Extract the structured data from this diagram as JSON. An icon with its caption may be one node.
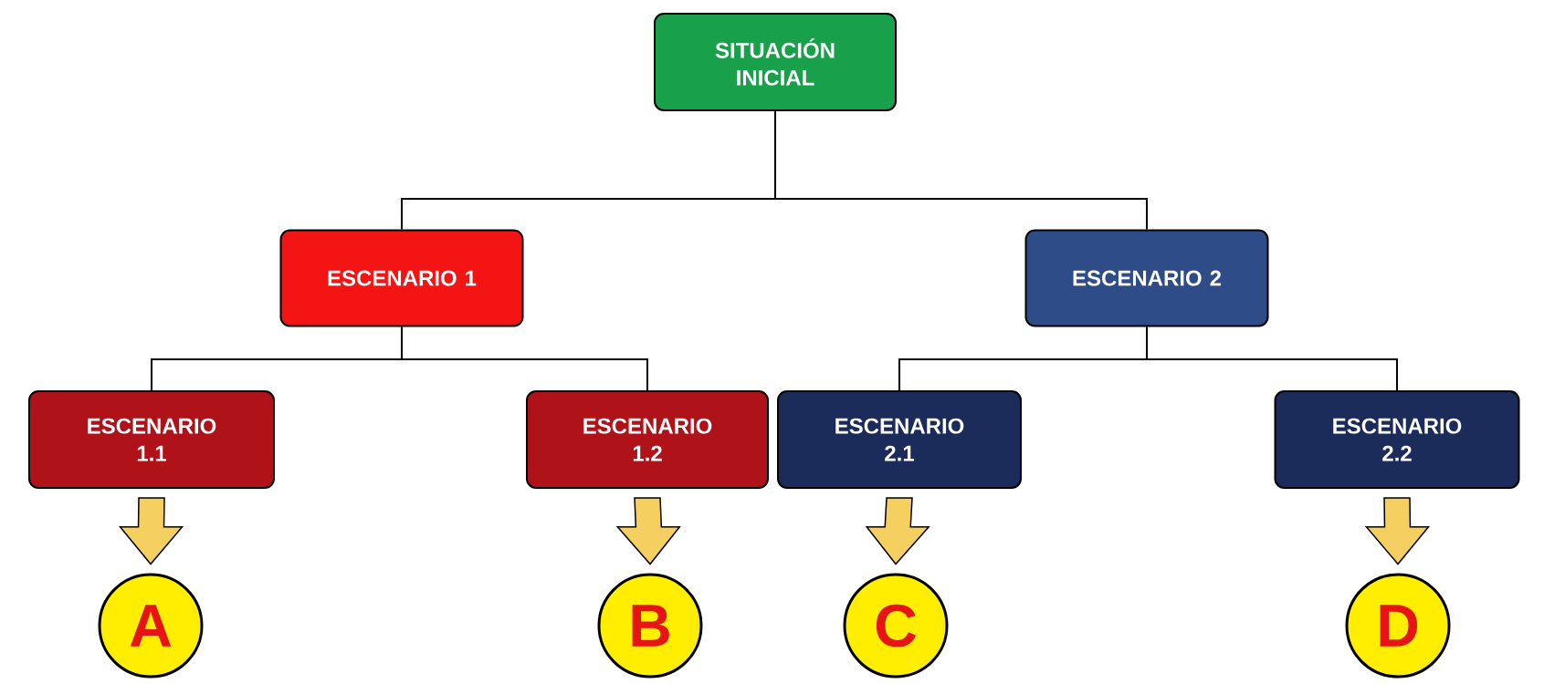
{
  "diagram": {
    "nodes": [
      {
        "text": [
          "SITUACIÓN INICIAL"
        ]
      },
      {
        "text": [
          "ESCENARIO 1"
        ]
      },
      {
        "text": [
          "ESCENARIO 2"
        ]
      },
      {
        "text": [
          "ESCENARIO 1.1"
        ]
      },
      {
        "text": [
          "ESCENARIO 1.2"
        ]
      },
      {
        "text": [
          "ESCENARIO 2.1"
        ]
      },
      {
        "text": [
          "ESCENARIO 2.2"
        ]
      },
      {
        "text": [
          "A"
        ]
      },
      {
        "text": [
          "B"
        ]
      },
      {
        "text": [
          "C"
        ]
      },
      {
        "text": [
          "D"
        ]
      }
    ],
    "edges": [
      {
        "from": 0,
        "to": 1,
        "arrow": "none"
      },
      {
        "from": 0,
        "to": 2,
        "arrow": "none"
      },
      {
        "from": 1,
        "to": 3,
        "arrow": "none"
      },
      {
        "from": 1,
        "to": 4,
        "arrow": "none"
      },
      {
        "from": 2,
        "to": 5,
        "arrow": "none"
      },
      {
        "from": 2,
        "to": 6,
        "arrow": "none"
      },
      {
        "from": 3,
        "to": 7,
        "arrow": "to",
        "color": "#f5cf5f"
      },
      {
        "from": 4,
        "to": 8,
        "arrow": "to",
        "color": "#f5cf5f"
      },
      {
        "from": 5,
        "to": 9,
        "arrow": "to",
        "color": "#f5cf5f"
      },
      {
        "from": 6,
        "to": 10,
        "arrow": "to",
        "color": "#f5cf5f"
      }
    ]
  }
}
